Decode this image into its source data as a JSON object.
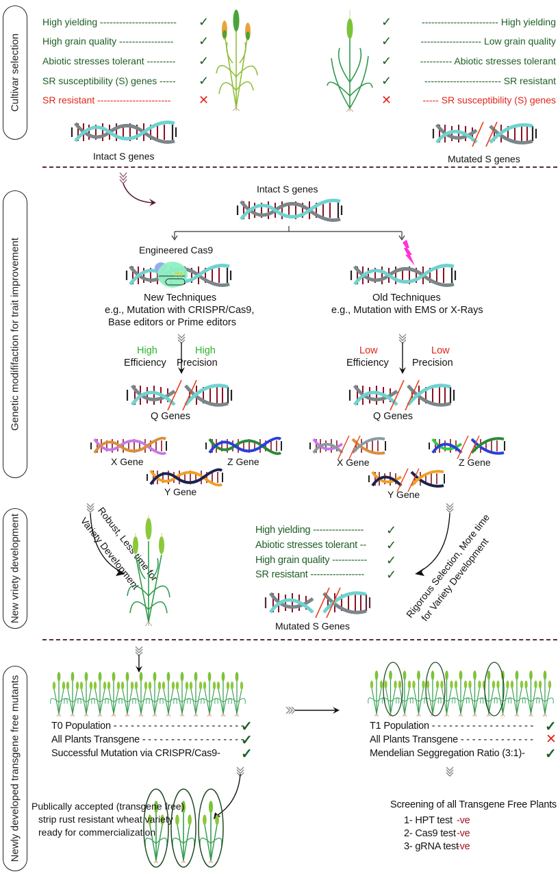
{
  "sections": {
    "cultivar_selection": "Cultivar selection",
    "genetic_modification": "Genetic modififaction for trait improvement",
    "new_variety": "New vriety development",
    "transgene_free": "Newly developed transgene free mutants"
  },
  "cultivar_left": {
    "traits": [
      {
        "label": "High yielding ------------------------",
        "status": "check",
        "color": "green"
      },
      {
        "label": "High grain quality -----------------",
        "status": "check",
        "color": "green"
      },
      {
        "label": "Abiotic stresses tolerant ---------",
        "status": "check",
        "color": "green"
      },
      {
        "label": "SR susceptibility (S) genes -----",
        "status": "check",
        "color": "green"
      },
      {
        "label": "SR resistant -----------------------",
        "status": "cross",
        "color": "red"
      }
    ],
    "dna_label": "Intact S genes"
  },
  "cultivar_right": {
    "traits": [
      {
        "label": "------------------------ High yielding",
        "status": "check",
        "color": "green"
      },
      {
        "label": "------------------- Low grain quality",
        "status": "check",
        "color": "green"
      },
      {
        "label": "---------- Abiotic stresses tolerant",
        "status": "check",
        "color": "green"
      },
      {
        "label": "------------------------ SR resistant",
        "status": "check",
        "color": "green"
      },
      {
        "label": "----- SR susceptibility (S) genes",
        "status": "cross",
        "color": "red"
      }
    ],
    "dna_label": "Mutated S genes"
  },
  "modification": {
    "source_label": "Intact S genes",
    "new": {
      "tool_label": "Engineered Cas9",
      "title": "New Techniques",
      "desc_1": "e.g., Mutation with CRISPR/Cas9,",
      "desc_2": "Base editors or Prime editors",
      "efficiency_level": "High",
      "efficiency_label": "Efficiency",
      "precision_level": "High",
      "precision_label": "Precision",
      "q_label": "Q Genes",
      "genes": [
        "X Gene",
        "Z Gene",
        "Y Gene"
      ]
    },
    "old": {
      "title": "Old Techniques",
      "desc_1": "e.g., Mutation with EMS or X-Rays",
      "efficiency_level": "Low",
      "efficiency_label": "Efficiency",
      "precision_level": "Low",
      "precision_label": "Precision",
      "q_label": "Q Genes",
      "genes": [
        "X Gene",
        "Z Gene",
        "Y Gene"
      ]
    }
  },
  "variety": {
    "left_arrow_1": "Robust, Less time for",
    "left_arrow_2": "Variety Development",
    "right_arrow_1": "Rigorous Selection, More time",
    "right_arrow_2": "for Variety Development",
    "traits": [
      {
        "label": "High yielding ----------------",
        "status": "check"
      },
      {
        "label": "Abiotic stresses tolerant --",
        "status": "check"
      },
      {
        "label": "High grain quality -----------",
        "status": "check"
      },
      {
        "label": "SR resistant -----------------",
        "status": "check"
      }
    ],
    "dna_label": "Mutated S Genes"
  },
  "transgene": {
    "t0": [
      {
        "label": "T0 Population - - - - - - - - - - - - - - - - - - - - - - -",
        "status": "check"
      },
      {
        "label": "All Plants Transgene - - - - - - - - - - - - - - - - - -",
        "status": "check"
      },
      {
        "label": "Successful Mutation via CRISPR/Cas9-",
        "status": "check"
      }
    ],
    "t1": [
      {
        "label": "T1 Population    - - - - - - - - - - - - - - - - - -",
        "status": "check"
      },
      {
        "label": "All Plants Transgene  - - - - - - - - - - - - -",
        "status": "cross"
      },
      {
        "label": "Mendelian Seggregation Ratio (3:1)-",
        "status": "check"
      }
    ],
    "final_1": "Publically accepted (transgene free)",
    "final_2": "strip rust resistant wheat variety",
    "final_3": "ready for commercialization",
    "screening_title": "Screening of all Transgene Free Plants",
    "tests": [
      {
        "label": "1- HPT test",
        "result": "-ve"
      },
      {
        "label": "2- Cas9 test",
        "result": "-ve"
      },
      {
        "label": "3- gRNA test",
        "result": "-ve"
      }
    ]
  },
  "colors": {
    "trait_green": "#1d5e24",
    "trait_red": "#e2231a",
    "high_green": "#2bb52b",
    "neg_red": "#a0141c",
    "divider": "#5a2740",
    "dna_backbone": "#6fd3cf",
    "dna_rung": "#8b1020",
    "cut_line": "#e8401c"
  },
  "icons": {
    "check": "✓",
    "cross": "✕"
  }
}
